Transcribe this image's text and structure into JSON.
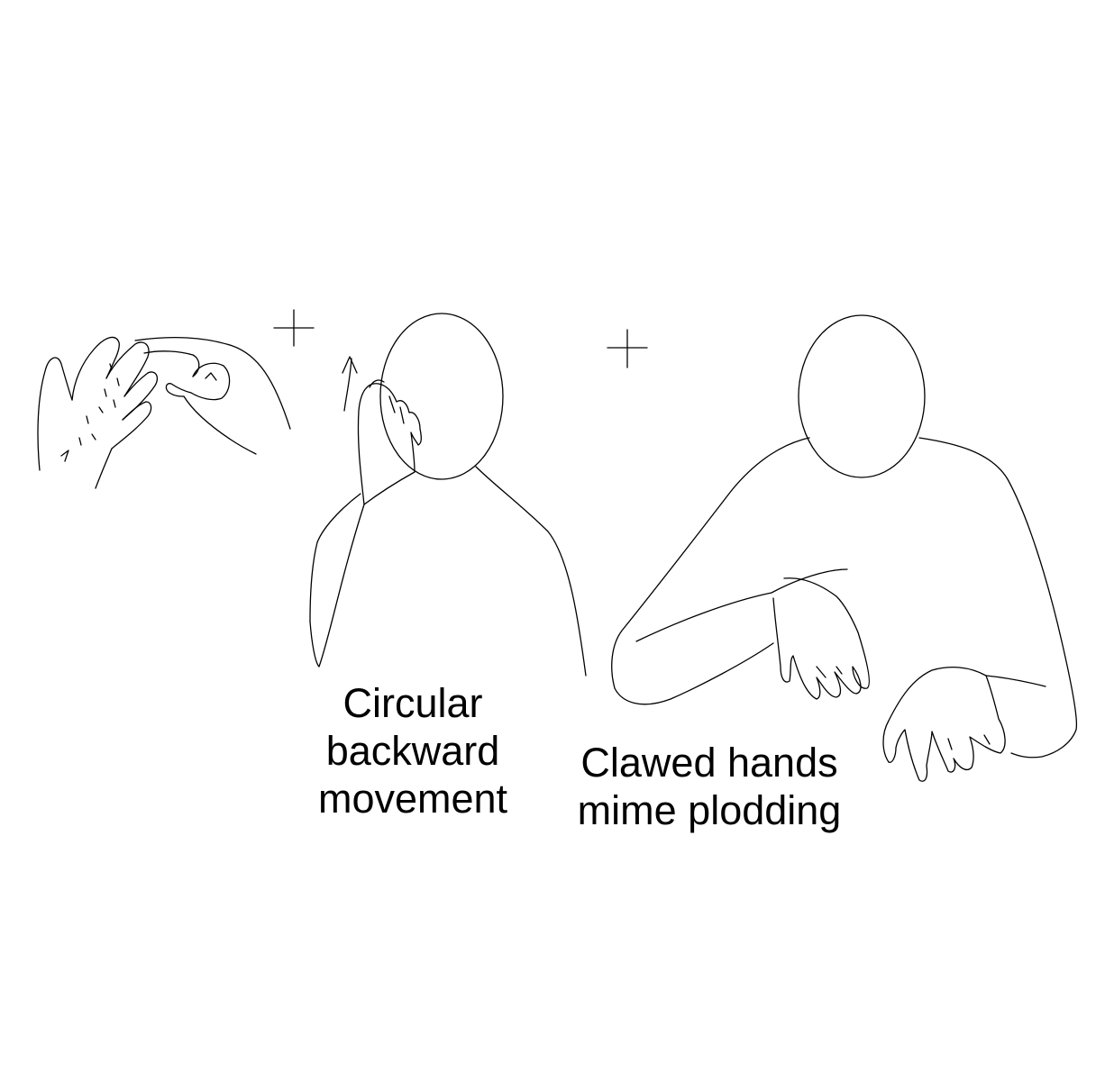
{
  "captions": [
    {
      "lines": [
        "Circular",
        "backward",
        "movement"
      ]
    },
    {
      "lines": [
        "Clawed hands",
        "mime plodding"
      ]
    }
  ],
  "ink_color": "#000000",
  "background_color": "#ffffff"
}
